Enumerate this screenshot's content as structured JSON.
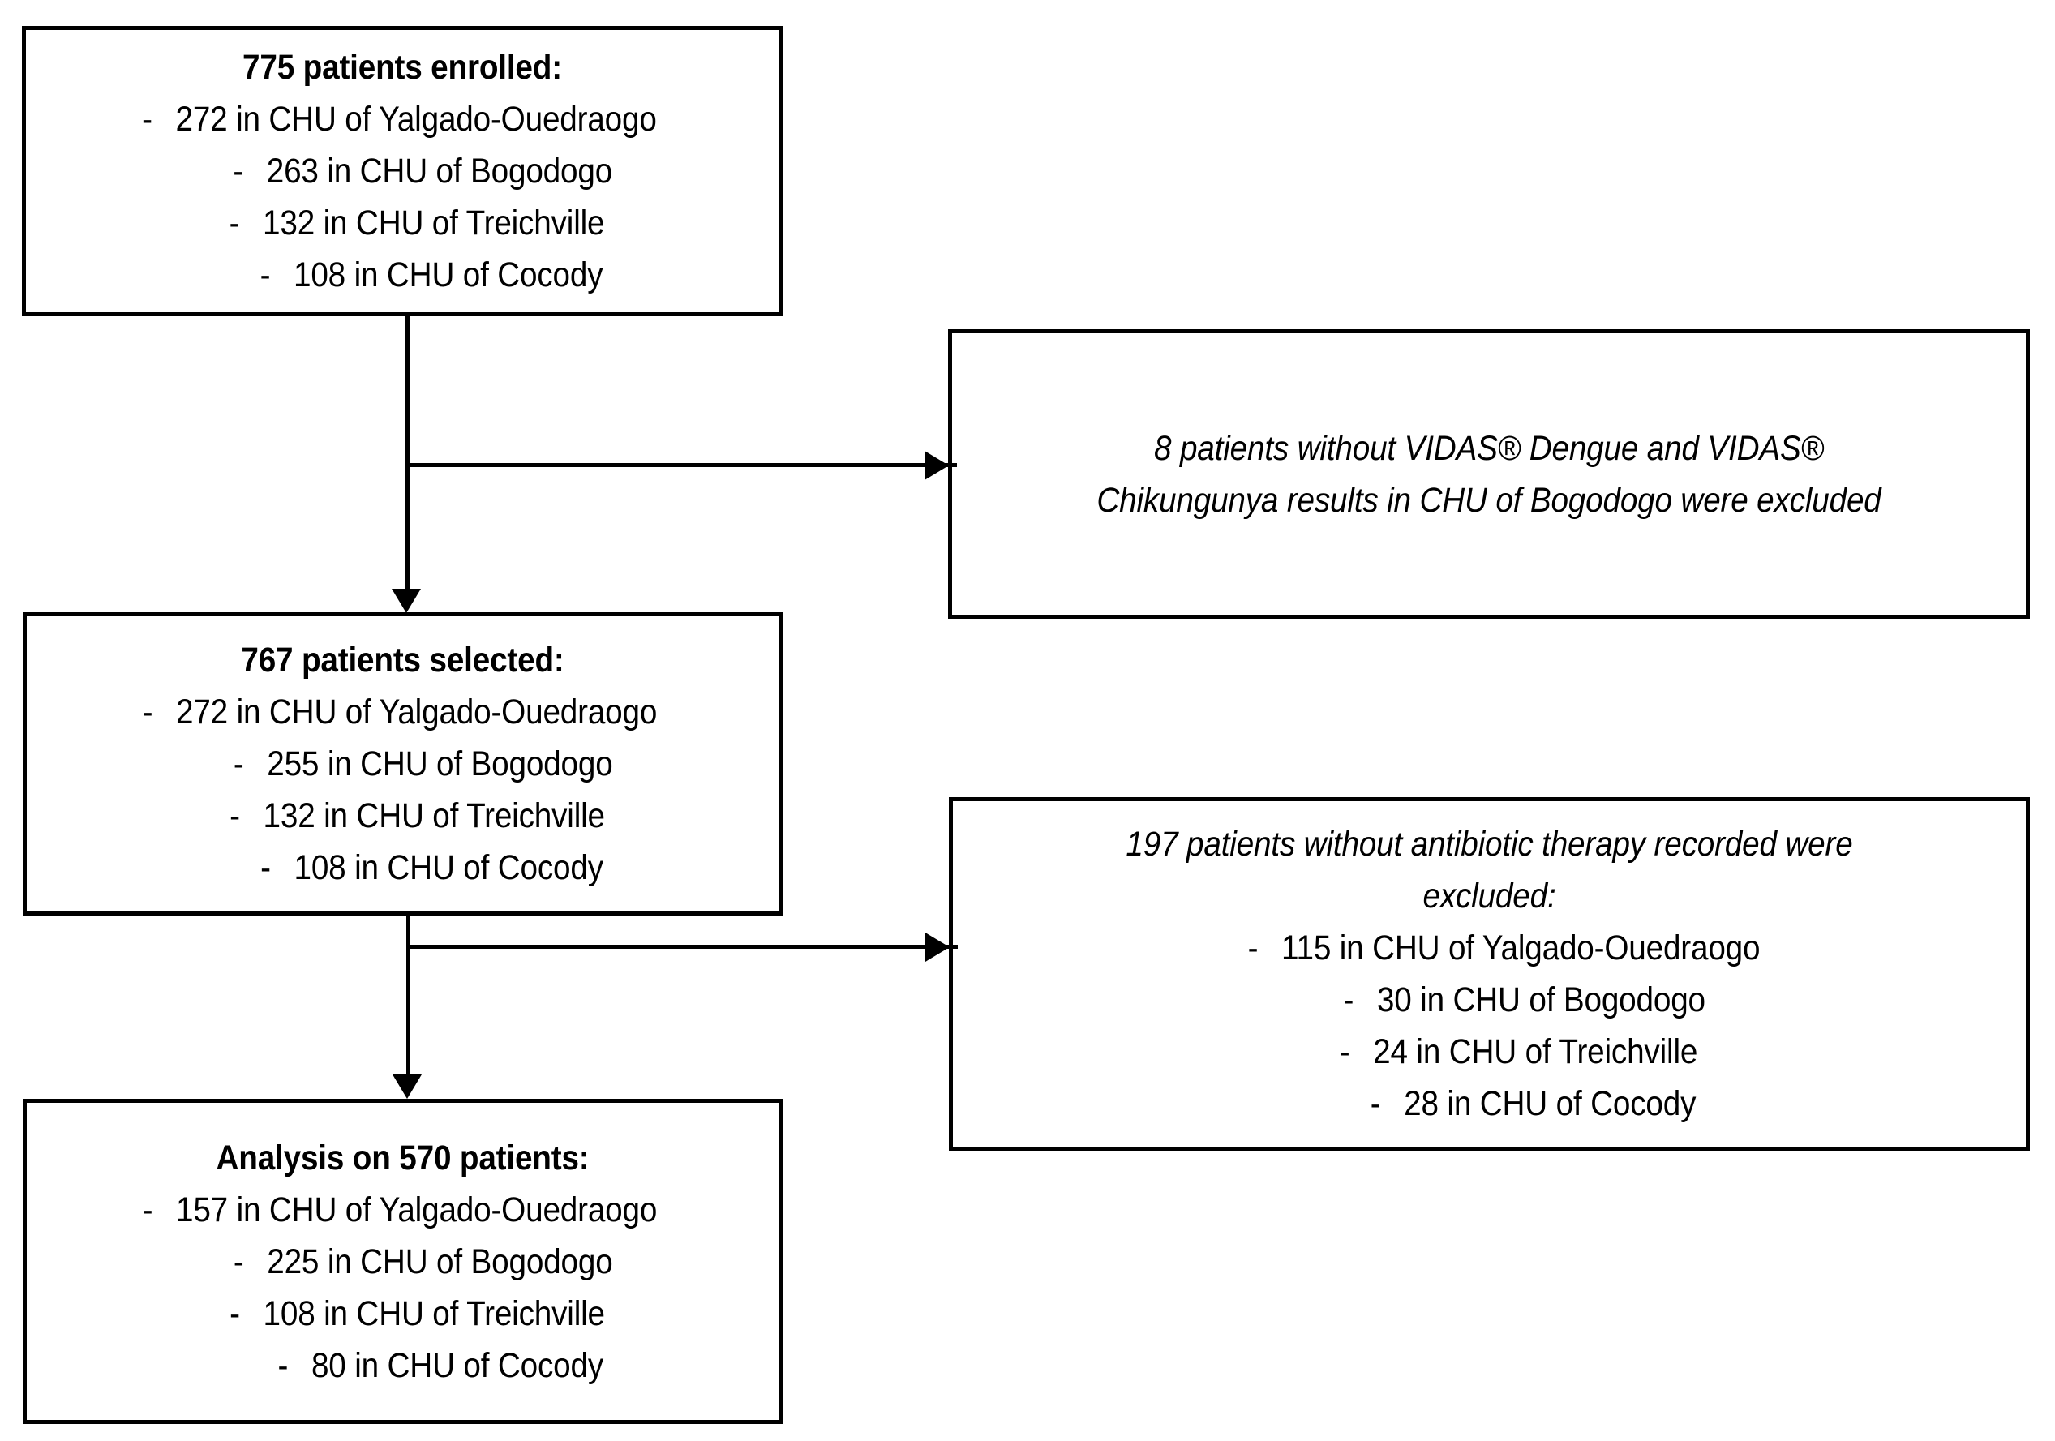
{
  "diagram": {
    "type": "flowchart",
    "title": "Patient enrollment and analysis flow",
    "colors": {
      "border": "#000000",
      "background": "#ffffff",
      "text": "#000000",
      "connector": "#000000"
    },
    "boxes": {
      "enrolled": {
        "title": "775 patients enrolled:",
        "items": [
          {
            "dash": "-",
            "text": "272 in CHU of Yalgado-Ouedraogo"
          },
          {
            "dash": "-",
            "text": "263 in CHU of Bogodogo"
          },
          {
            "dash": "-",
            "text": "132 in CHU of Treichville"
          },
          {
            "dash": "-",
            "text": "108 in CHU of Cocody"
          }
        ]
      },
      "excluded_1": {
        "line1": "8 patients without VIDAS® Dengue and VIDAS®",
        "line2": "Chikungunya results in CHU of Bogodogo were excluded"
      },
      "selected": {
        "title": "767 patients selected:",
        "items": [
          {
            "dash": "-",
            "text": "272 in CHU of Yalgado-Ouedraogo"
          },
          {
            "dash": "-",
            "text": "255 in CHU of Bogodogo"
          },
          {
            "dash": "-",
            "text": "132 in CHU of Treichville"
          },
          {
            "dash": "-",
            "text": "108 in CHU of Cocody"
          }
        ]
      },
      "excluded_2": {
        "line1": "197 patients without antibiotic therapy recorded were",
        "line2": "excluded:",
        "items": [
          {
            "dash": "-",
            "text": "115 in CHU of Yalgado-Ouedraogo"
          },
          {
            "dash": "-",
            "text": "30 in CHU of Bogodogo"
          },
          {
            "dash": "-",
            "text": "24 in CHU of Treichville"
          },
          {
            "dash": "-",
            "text": "28 in CHU of Cocody"
          }
        ]
      },
      "analysis": {
        "title": "Analysis on 570 patients:",
        "items": [
          {
            "dash": "-",
            "text": "157 in CHU of Yalgado-Ouedraogo"
          },
          {
            "dash": "-",
            "text": "225 in CHU of Bogodogo"
          },
          {
            "dash": "-",
            "text": "108 in CHU of Treichville"
          },
          {
            "dash": "-",
            "text": "80 in CHU of Cocody"
          }
        ]
      }
    }
  }
}
